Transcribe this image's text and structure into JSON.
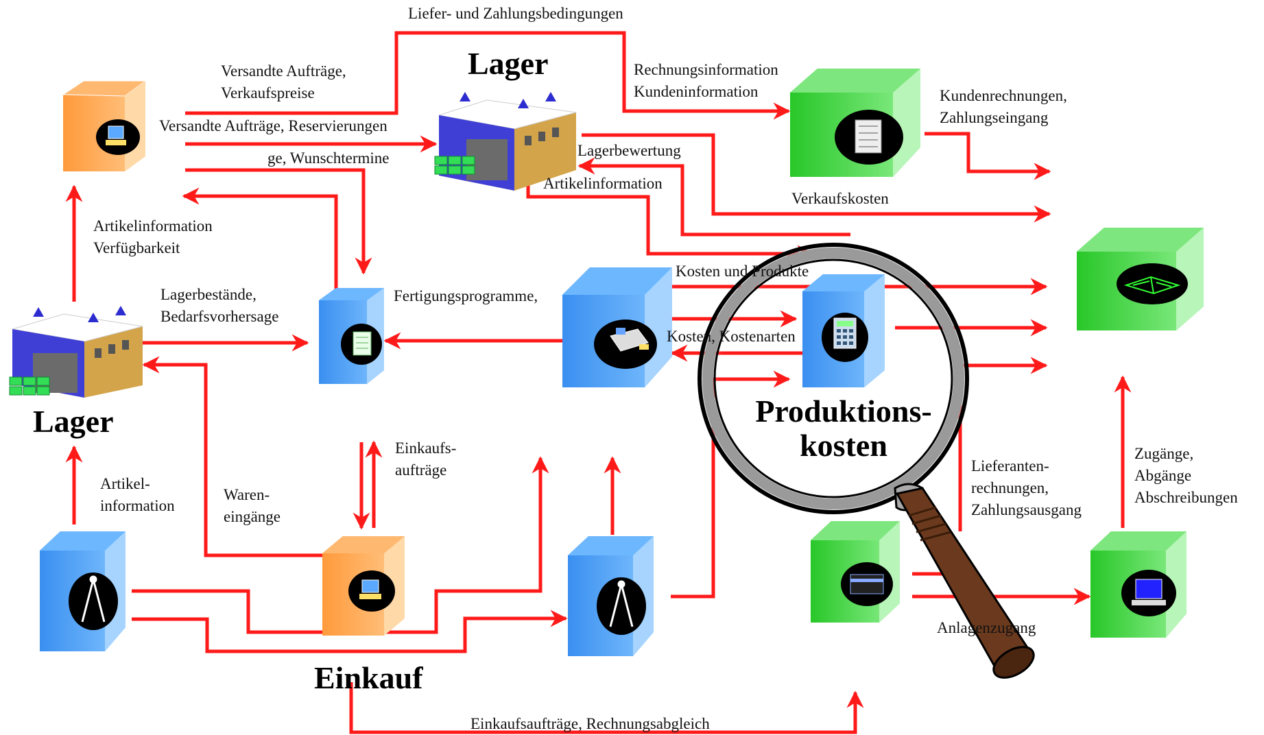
{
  "colors": {
    "arrow": "#ff1a1a",
    "blue_box": "#4aa3ff",
    "orange_box": "#ffa552",
    "green_box": "#3ddc3d",
    "magnifier_handle": "#6b3a1e"
  },
  "icons": [
    "lager-factory-icon",
    "computer-terminal-icon",
    "compass-icon",
    "printer-icon",
    "calculator-icon",
    "document-icon",
    "book-icon",
    "credit-card-icon",
    "magnifying-glass-icon"
  ],
  "headings": {
    "lager_top": "Lager",
    "lager_left": "Lager",
    "einkauf": "Einkauf",
    "produktionskosten": "Produktions-\nkosten"
  },
  "labels": {
    "liefer": "Liefer- und Zahlungsbedingungen",
    "versandte_auftraege": "Versandte Aufträge,\nVerkaufspreise",
    "versandte_res": "Versandte Aufträge, Reservierungen",
    "wunschtermine": "ge, Wunschtermine",
    "rechnungsinfo": "Rechnungsinformation\nKundeninformation",
    "kundenrechnungen": "Kundenrechnungen,\nZahlungseingang",
    "lagerbewertung": "Lagerbewertung",
    "artikelinformation_top": "Artikelinformation",
    "verkaufskosten": "Verkaufskosten",
    "artikel_verf": "Artikelinformation\nVerfügbarkeit",
    "lagerbestaende": "Lagerbestände,\nBedarfsvorhersage",
    "fertigungsprogramme": "Fertigungsprogramme,",
    "kosten_produkte": "Kosten und Produkte",
    "kosten_arten": "Kosten, Kostenarten",
    "einkaufsauftraege": "Einkaufs-\naufträge",
    "wareneingaenge": "Waren-\neingänge",
    "artikel_information": "Artikel-\ninformation",
    "lieferanten": "Lieferanten-\nrechnungen,\nZahlungsausgang",
    "zugaenge": "Zugänge,\nAbgänge\nAbschreibungen",
    "anlagenzugang": "Anlagenzugang",
    "einkauf_rechnungsabgleich": "Einkaufsaufträge, Rechnungsabgleich"
  }
}
